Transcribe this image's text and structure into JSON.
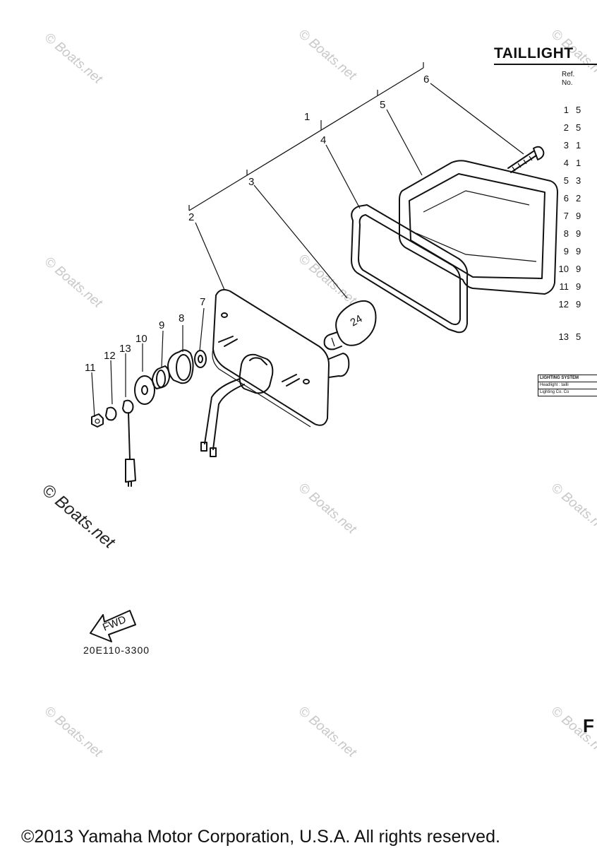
{
  "title": "TAILLIGHT",
  "table_header": {
    "ref": "Ref.",
    "no": "No."
  },
  "ref_rows": [
    {
      "no": "1",
      "code": "5"
    },
    {
      "no": "2",
      "code": "5"
    },
    {
      "no": "3",
      "code": "1"
    },
    {
      "no": "4",
      "code": "1"
    },
    {
      "no": "5",
      "code": "3"
    },
    {
      "no": "6",
      "code": "2"
    },
    {
      "no": "7",
      "code": "9"
    },
    {
      "no": "8",
      "code": "9"
    },
    {
      "no": "9",
      "code": "9"
    },
    {
      "no": "10",
      "code": "9"
    },
    {
      "no": "11",
      "code": "9"
    },
    {
      "no": "12",
      "code": "9"
    },
    {
      "no": "13",
      "code": "5"
    }
  ],
  "lighting_table": {
    "header": "LIGHTING SYSTEM",
    "row1": "Headlight : tailli",
    "row2": "Lighting Co. Co"
  },
  "callouts": {
    "c1": "1",
    "c2": "2",
    "c3": "3",
    "c4": "4",
    "c5": "5",
    "c6": "6",
    "c7": "7",
    "c8": "8",
    "c9": "9",
    "c10": "10",
    "c11": "11",
    "c12": "12",
    "c13": "13"
  },
  "fwd_label": "FWD",
  "diagram_code": "20E110-3300",
  "watermark": "© Boats.net",
  "edge_letter": "F",
  "footer": "©2013 Yamaha Motor Corporation, U.S.A. All rights reserved."
}
